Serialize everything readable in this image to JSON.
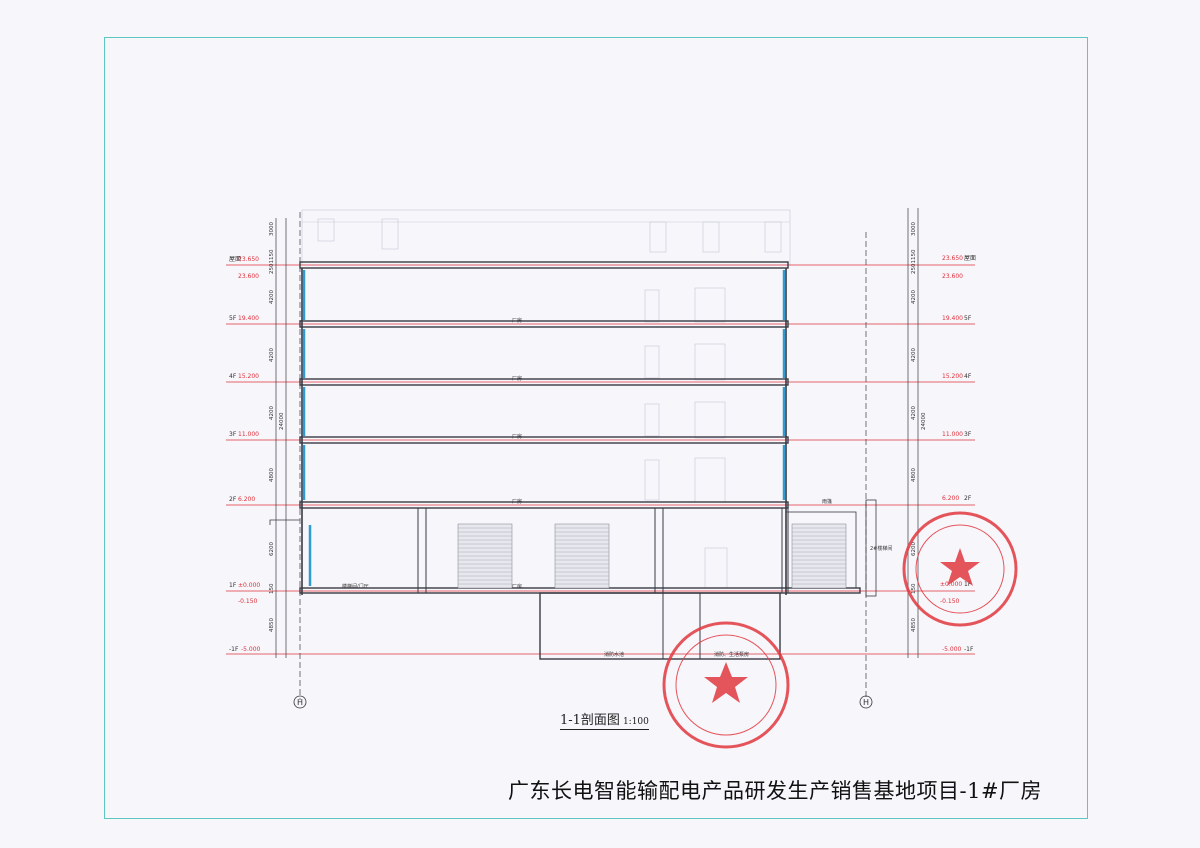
{
  "drawing": {
    "title": "1-1剖面图",
    "scale": "1:100",
    "project_title": "广东长电智能输配电产品研发生产销售基地项目-1#厂房"
  },
  "levels_left": [
    {
      "floor": "屋面",
      "elev": "23.650",
      "elev2": "23.600"
    },
    {
      "floor": "5F",
      "elev": "19.400"
    },
    {
      "floor": "4F",
      "elev": "15.200"
    },
    {
      "floor": "3F",
      "elev": "11.000"
    },
    {
      "floor": "2F",
      "elev": "6.200"
    },
    {
      "floor": "1F",
      "elev": "±0.000",
      "elev2": "-0.150"
    },
    {
      "floor": "-1F",
      "elev": "-5.000"
    }
  ],
  "levels_right": [
    {
      "floor": "屋面",
      "elev": "23.650",
      "elev2": "23.600"
    },
    {
      "floor": "5F",
      "elev": "19.400"
    },
    {
      "floor": "4F",
      "elev": "15.200"
    },
    {
      "floor": "3F",
      "elev": "11.000"
    },
    {
      "floor": "2F",
      "elev": "6.200"
    },
    {
      "floor": "1F",
      "elev": "±0.000",
      "elev2": "-0.150"
    },
    {
      "floor": "-1F",
      "elev": "-5.000"
    }
  ],
  "dims_left": {
    "parapet": "3000",
    "roof": "2501150",
    "f5": "4200",
    "f4": "4200",
    "f3": "4200",
    "f2": "4800",
    "f1": "6200",
    "total": "24000",
    "sub": "150",
    "basement": "4850"
  },
  "dims_right": {
    "parapet": "3000",
    "roof": "2501150",
    "f5": "4200",
    "f4": "4200",
    "f3": "4200",
    "f2": "4800",
    "f1": "6200",
    "total": "24000",
    "sub": "150",
    "basement": "4850"
  },
  "room_labels": {
    "f5": "厂房",
    "f4": "厂房",
    "f3": "厂房",
    "f2": "厂房",
    "f1": "厂房",
    "f1_left": "楼梯间/门厅",
    "canopy": "雨篷",
    "side_note": "2#楼梯间",
    "basement_pool": "消防水池",
    "basement_pump": "消防、生活泵房"
  },
  "axis": {
    "left": "H",
    "right": "H"
  },
  "colors": {
    "red": "#e0313b",
    "blue": "#2f9bd1",
    "line": "#3a3a44",
    "stamp": "#e13a40",
    "frame": "#5fc6c0"
  }
}
